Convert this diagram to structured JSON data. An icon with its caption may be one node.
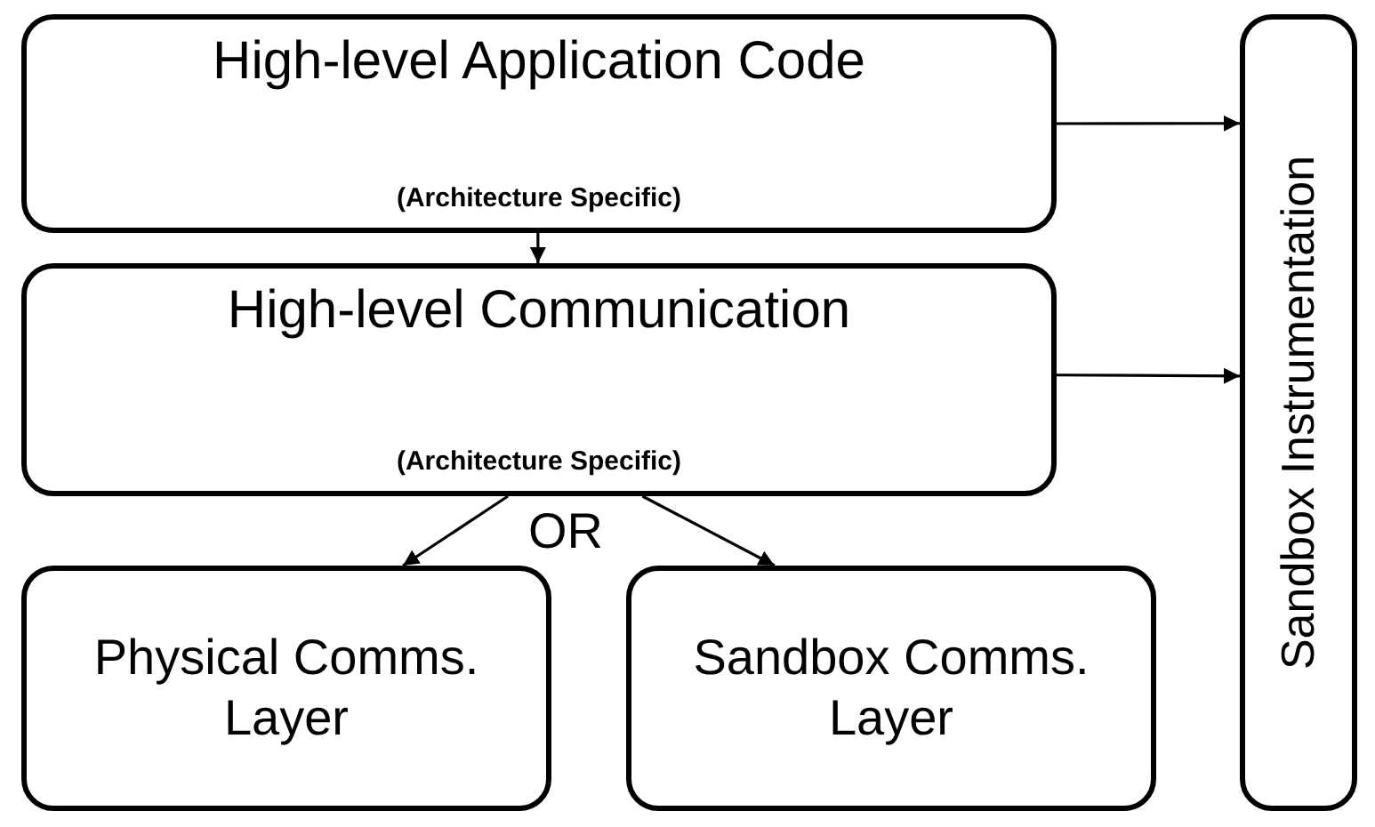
{
  "diagram": {
    "nodes": [
      {
        "text": [
          "High-level Application Code",
          "(Architecture Specific)"
        ]
      },
      {
        "text": [
          "High-level Communication",
          "(Architecture Specific)"
        ]
      },
      {
        "text": [
          "Physical Comms. Layer"
        ]
      },
      {
        "text": [
          "Sandbox Comms. Layer"
        ]
      },
      {
        "text": [
          "Sandbox Instrumentation"
        ]
      }
    ],
    "edges": [
      {
        "from": 0,
        "to": 1,
        "arrow": "to"
      },
      {
        "from": 0,
        "to": 4,
        "arrow": "to"
      },
      {
        "from": 1,
        "to": 4,
        "arrow": "to"
      },
      {
        "from": 1,
        "to": 2,
        "arrow": "to"
      },
      {
        "from": 1,
        "to": 3,
        "arrow": "to"
      }
    ],
    "labels": [
      "OR"
    ]
  }
}
